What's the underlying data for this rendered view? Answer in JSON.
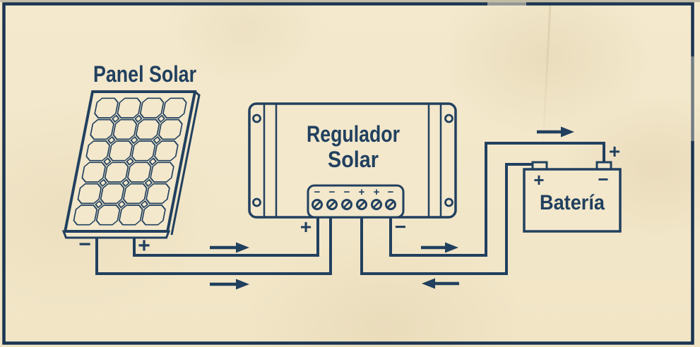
{
  "colors": {
    "paper": "#f3e8cc",
    "ink": "#21405f",
    "frame": "#1b3452"
  },
  "panel": {
    "title": "Panel Solar",
    "wire_negative_label": "−",
    "wire_positive_label": "+"
  },
  "regulator": {
    "name_line1": "Regulador",
    "name_line2": "Solar",
    "terminal_signs": [
      "−",
      "−",
      "−",
      "+",
      "+",
      "−"
    ],
    "wire_positive_label": "+",
    "wire_negative_label": "−"
  },
  "battery": {
    "name": "Batería",
    "plate_positive": "+",
    "plate_negative": "−",
    "terminal_positive_label": "+"
  }
}
